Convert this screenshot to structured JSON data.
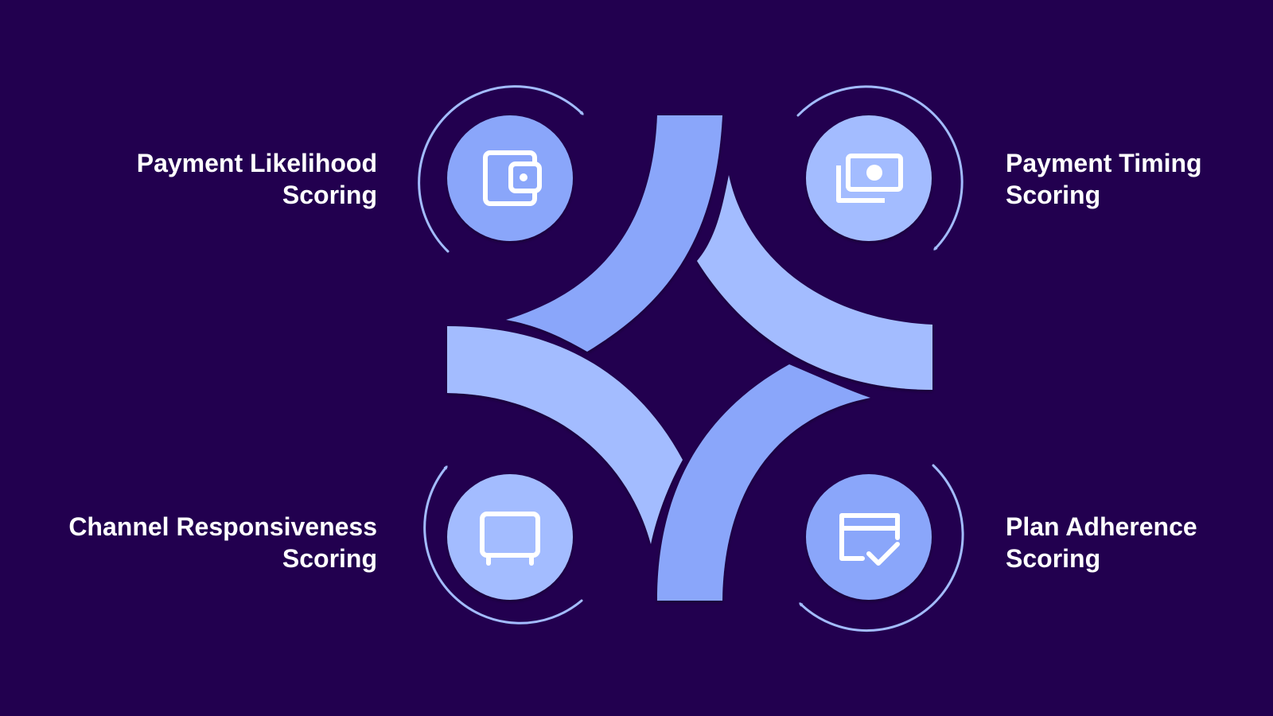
{
  "colors": {
    "background": "#22004f",
    "petal_dark": "#8aa6fa",
    "petal_light": "#a3bcff",
    "circle": "#8aa6fa",
    "arc": "#a3bcff",
    "icon": "#ffffff"
  },
  "steps": [
    {
      "id": "payment-likelihood",
      "line1": "Payment Likelihood",
      "line2": "Scoring",
      "icon": "wallet-icon"
    },
    {
      "id": "payment-timing",
      "line1": "Payment Timing",
      "line2": "Scoring",
      "icon": "cash-icon"
    },
    {
      "id": "channel-responsiveness",
      "line1": "Channel Responsiveness",
      "line2": "Scoring",
      "icon": "monitor-icon"
    },
    {
      "id": "plan-adherence",
      "line1": "Plan Adherence",
      "line2": "Scoring",
      "icon": "card-check-icon"
    }
  ]
}
